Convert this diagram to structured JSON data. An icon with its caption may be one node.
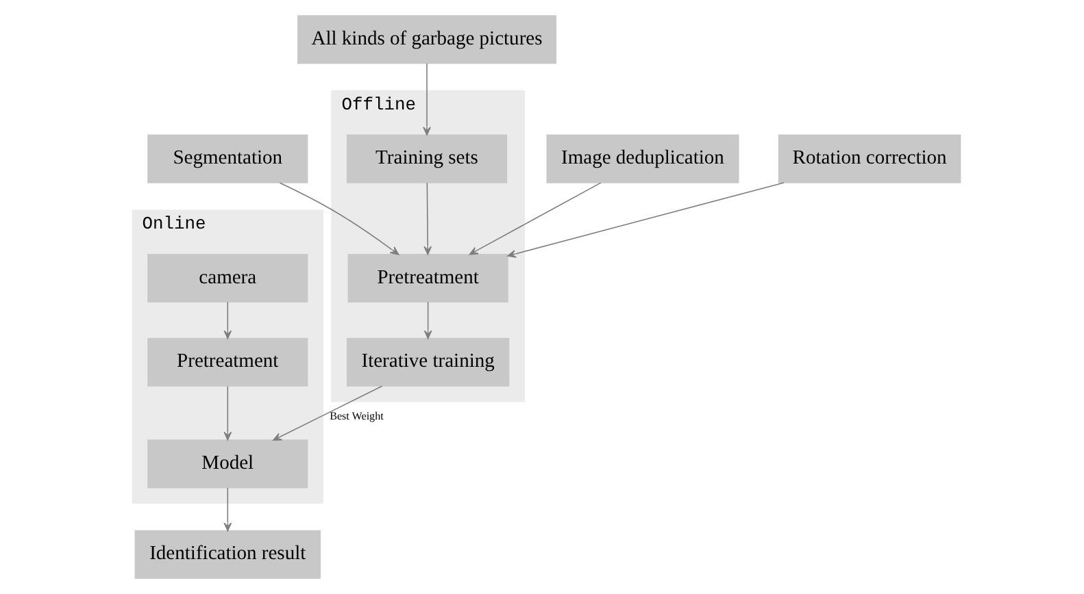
{
  "diagram": {
    "nodes": [
      {
        "text": [
          "Offline"
        ]
      },
      {
        "text": [
          "Training sets"
        ],
        "in": 0
      },
      {
        "text": [
          "Pretreatment"
        ],
        "in": 0
      },
      {
        "text": [
          "Iterative training"
        ],
        "in": 0
      },
      {
        "text": [
          "Online"
        ]
      },
      {
        "text": [
          "camera"
        ],
        "in": 4
      },
      {
        "text": [
          "Pretreatment"
        ],
        "in": 4
      },
      {
        "text": [
          "Model"
        ],
        "in": 4
      },
      {
        "text": [
          "All kinds of garbage pictures"
        ]
      },
      {
        "text": [
          "Segmentation"
        ]
      },
      {
        "text": [
          "Image deduplication"
        ]
      },
      {
        "text": [
          "Rotation correction"
        ]
      },
      {
        "text": [
          "Identification result"
        ]
      }
    ],
    "edges": [
      {
        "from": 8,
        "to": 1,
        "arrow": "to"
      },
      {
        "from": 1,
        "to": 2,
        "arrow": "to"
      },
      {
        "from": 2,
        "to": 3,
        "arrow": "to"
      },
      {
        "from": 9,
        "to": 2,
        "arrow": "to"
      },
      {
        "from": 10,
        "to": 2,
        "arrow": "to"
      },
      {
        "from": 11,
        "to": 2,
        "arrow": "to"
      },
      {
        "from": 3,
        "to": 7,
        "arrow": "to",
        "label": "Best Weight"
      },
      {
        "from": 5,
        "to": 6,
        "arrow": "to"
      },
      {
        "from": 6,
        "to": 7,
        "arrow": "to"
      },
      {
        "from": 7,
        "to": 12,
        "arrow": "to"
      }
    ]
  }
}
